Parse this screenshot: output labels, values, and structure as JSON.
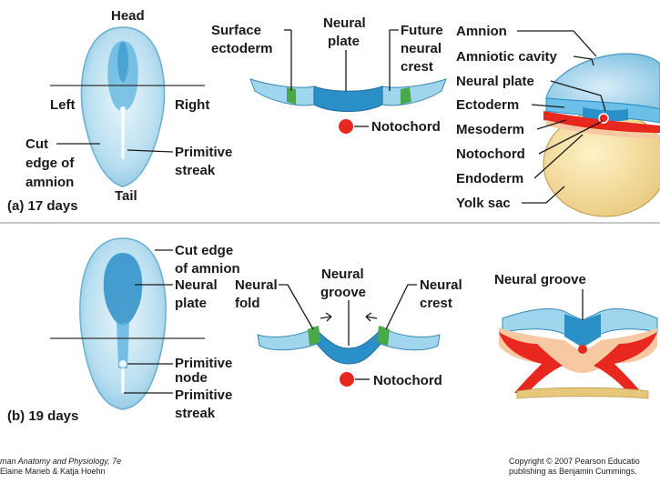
{
  "panel_a": {
    "caption": "(a) 17 days",
    "embryo": {
      "head": "Head",
      "tail": "Tail",
      "left": "Left",
      "right": "Right",
      "cut_edge": [
        "Cut",
        "edge of",
        "amnion"
      ],
      "primitive_streak": [
        "Primitive",
        "streak"
      ]
    },
    "section": {
      "surface_ectoderm": [
        "Surface",
        "ectoderm"
      ],
      "neural_plate": [
        "Neural",
        "plate"
      ],
      "future_neural_crest": [
        "Future",
        "neural",
        "crest"
      ],
      "notochord": "Notochord"
    },
    "disc": {
      "labels": [
        "Amnion",
        "Amniotic cavity",
        "Neural plate",
        "Ectoderm",
        "Mesoderm",
        "Notochord",
        "Endoderm",
        "Yolk sac"
      ]
    }
  },
  "panel_b": {
    "caption": "(b) 19 days",
    "embryo": {
      "cut_edge": [
        "Cut edge",
        "of amnion"
      ],
      "neural_plate": [
        "Neural",
        "plate"
      ],
      "primitive_node": [
        "Primitive",
        "node"
      ],
      "primitive_streak": [
        "Primitive",
        "streak"
      ]
    },
    "section": {
      "neural_fold": [
        "Neural",
        "fold"
      ],
      "neural_groove": [
        "Neural",
        "groove"
      ],
      "neural_crest": [
        "Neural",
        "crest"
      ],
      "notochord": "Notochord"
    },
    "disc": {
      "neural_groove": "Neural groove"
    }
  },
  "footer": {
    "left_line1": "man Anatomy and Physiology, 7e",
    "left_line2": "Elaine Marieb & Katja Hoehn",
    "right_line1": "Copyright © 2007 Pearson Educatio",
    "right_line2": "publishing as Benjamin Cummings."
  },
  "colors": {
    "ectoderm": "#9fd6ee",
    "neural_plate": "#2b8fc8",
    "neural_crest": "#4aa84a",
    "notochord": "#e8281e",
    "mesoderm": "#e8281e",
    "yolk_sac": "#f2dc9a",
    "amnion": "#bfe3f4"
  }
}
